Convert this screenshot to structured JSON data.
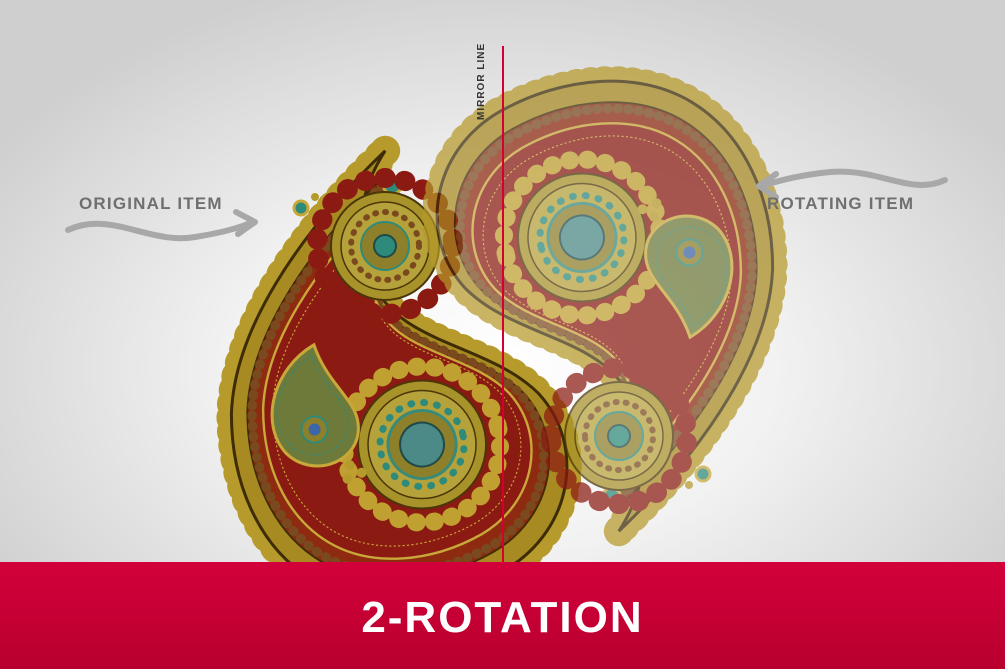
{
  "labels": {
    "original": "ORIGINAL ITEM",
    "rotating": "ROTATING ITEM",
    "mirror_line": "MIRROR LINE",
    "banner_title": "2-ROTATION"
  },
  "colors": {
    "banner": "#c8003a",
    "mirror_line": "#d6002f",
    "arrow": "#a8a8a8",
    "paisley_fill": "#8b1a12",
    "gold": "#b79a2e",
    "gold_dark": "#4a3608",
    "teal": "#2e8a7a",
    "blue": "#3b66a8"
  },
  "icons": [
    "curved-arrow-right-icon",
    "curved-arrow-left-icon"
  ]
}
